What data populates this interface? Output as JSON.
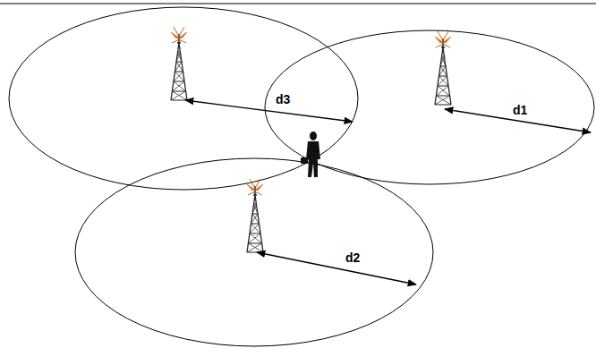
{
  "diagram": {
    "labels": [
      "d3",
      "d1",
      "d2"
    ]
  }
}
